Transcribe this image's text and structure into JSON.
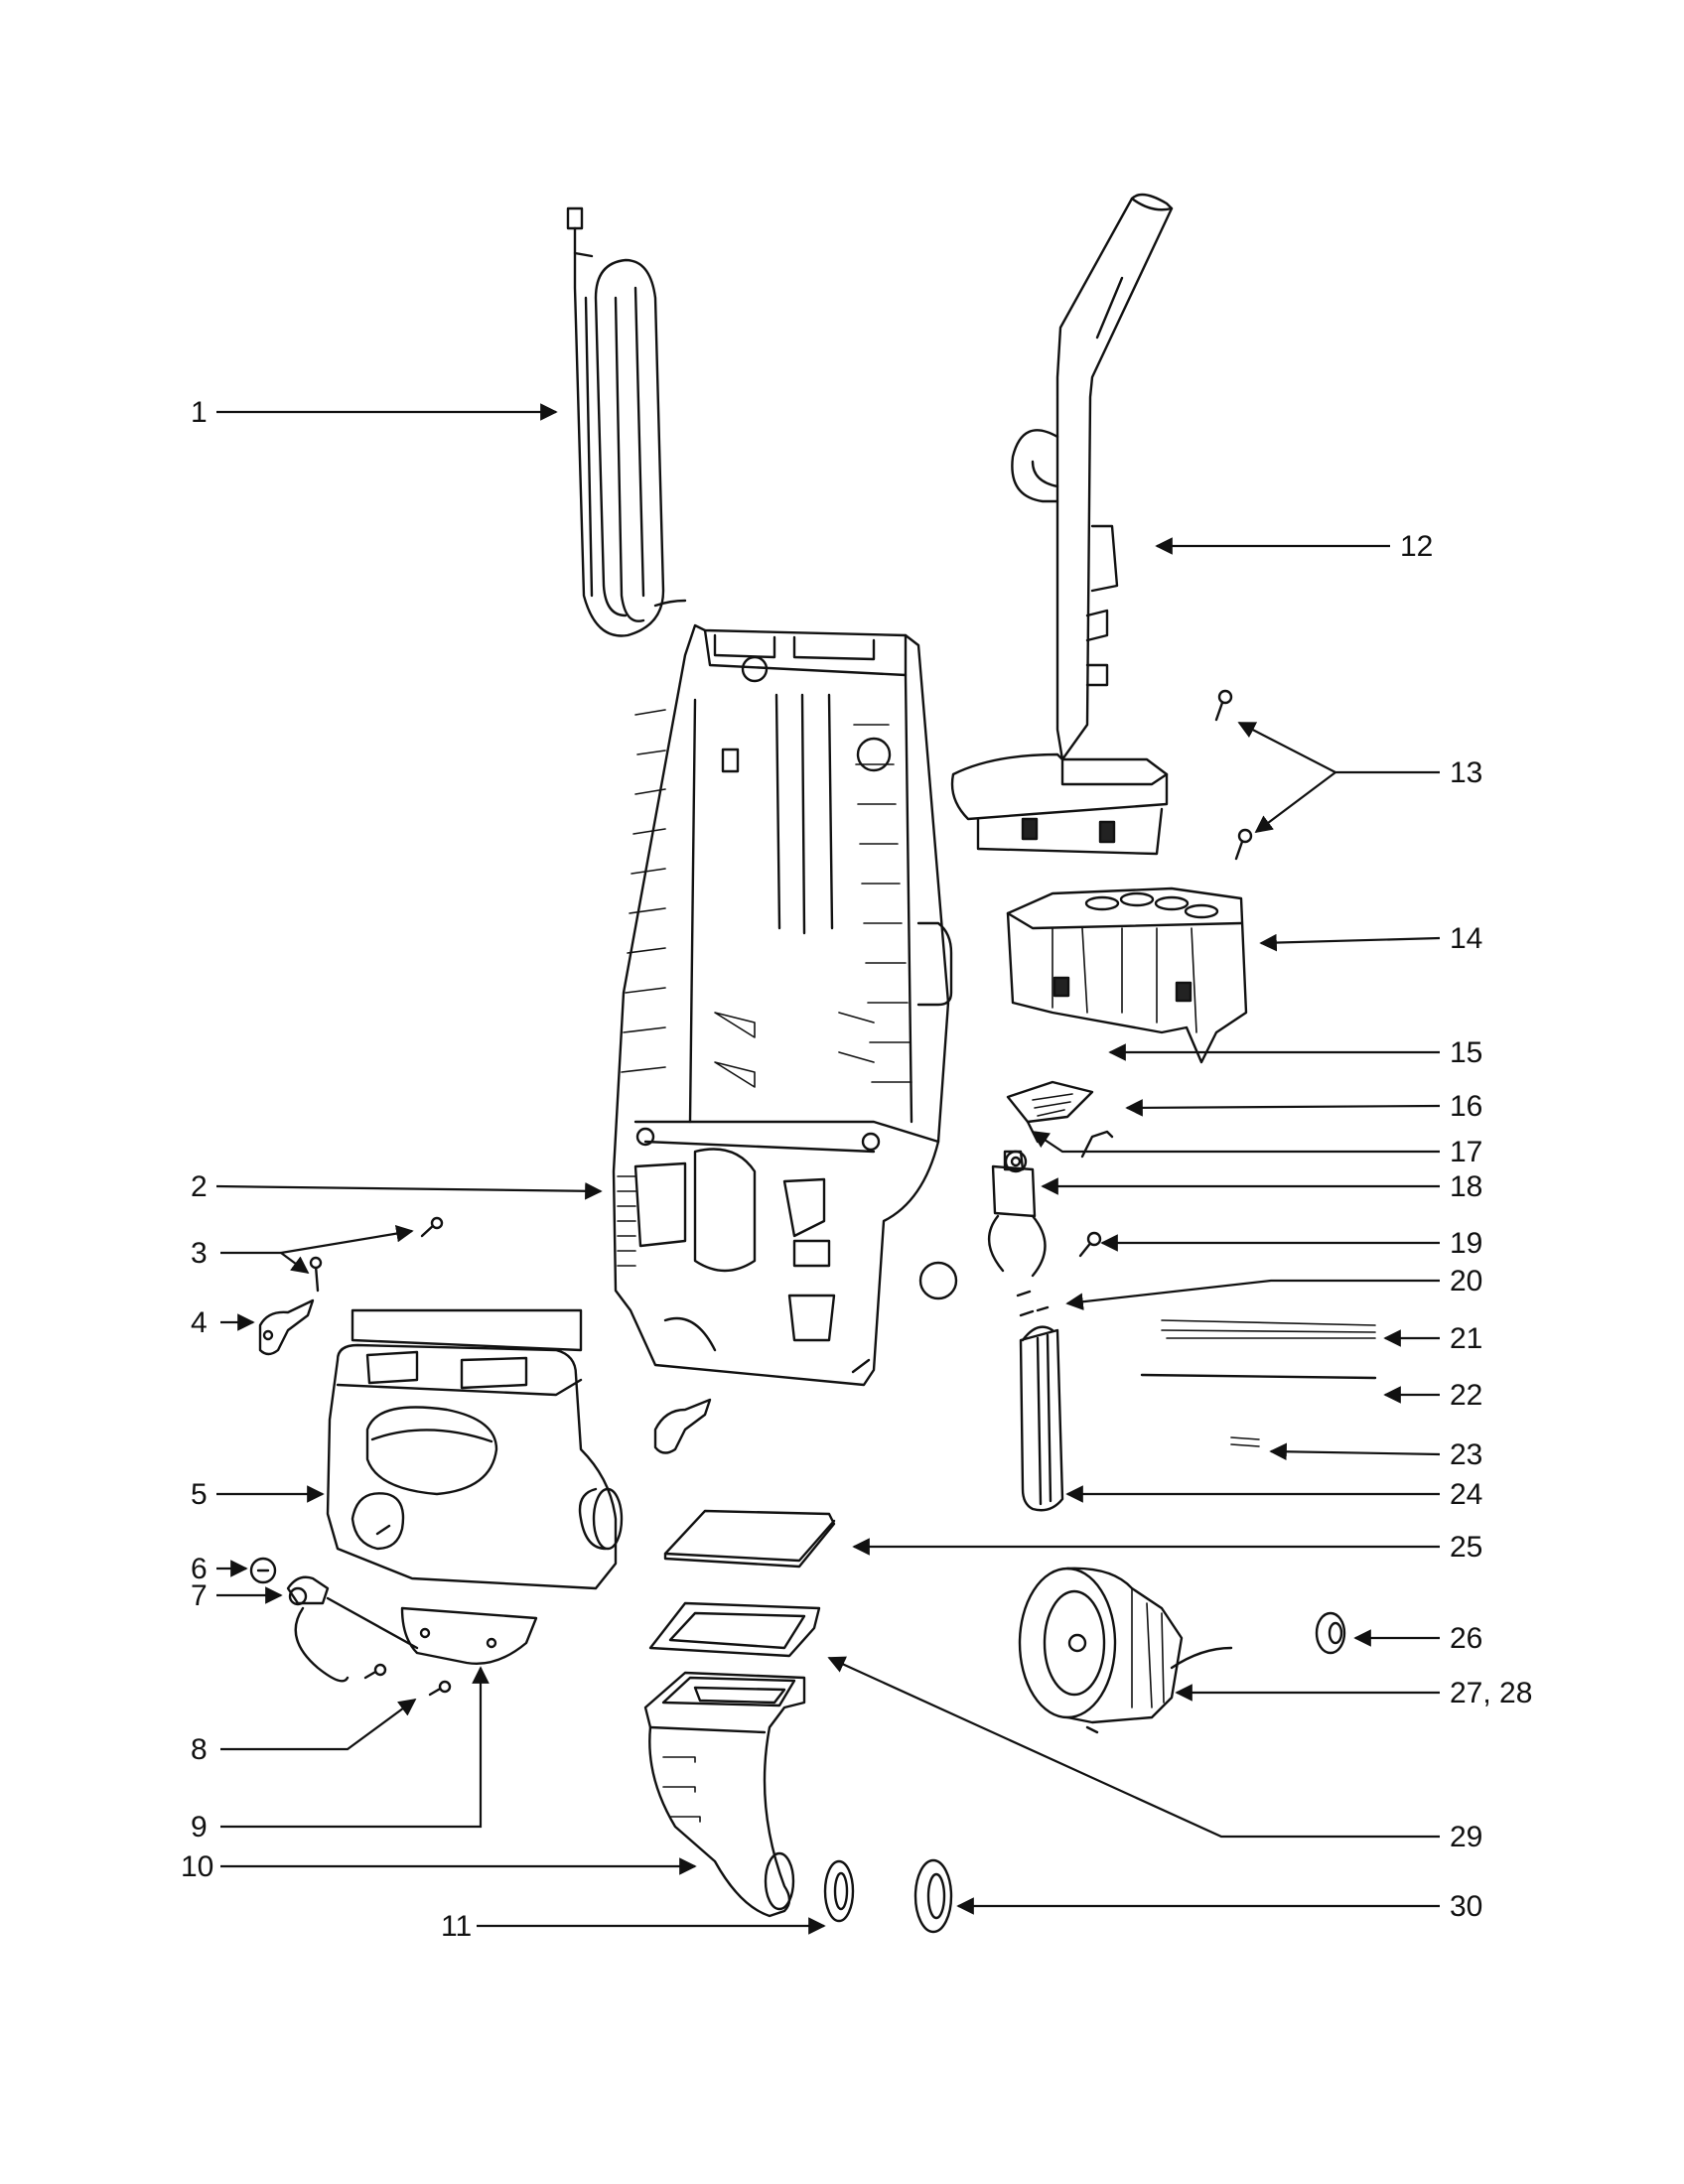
{
  "labels": {
    "p1": "1",
    "p2": "2",
    "p3": "3",
    "p4": "4",
    "p5": "5",
    "p6": "6",
    "p7": "7",
    "p8": "8",
    "p9": "9",
    "p10": "10",
    "p11": "11",
    "p12": "12",
    "p13": "13",
    "p14": "14",
    "p15": "15",
    "p16": "16",
    "p17": "17",
    "p18": "18",
    "p19": "19",
    "p20": "20",
    "p21": "21",
    "p22": "22",
    "p23": "23",
    "p24": "24",
    "p25": "25",
    "p26": "26",
    "p27": "27, 28",
    "p29": "29",
    "p30": "30"
  },
  "colors": {
    "ink": "#111111",
    "paper": "#ffffff"
  }
}
